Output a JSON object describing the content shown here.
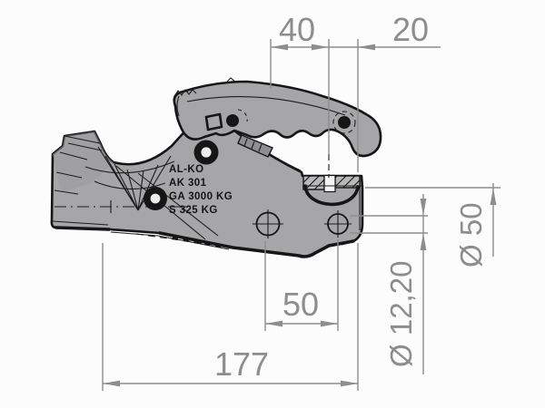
{
  "drawing": {
    "type": "technical-dimension-drawing",
    "dimensions": {
      "top_40": "40",
      "top_20": "20",
      "dia_50": "Ø 50",
      "dia_12_20": "Ø 12,20",
      "bottom_50": "50",
      "bottom_177": "177"
    },
    "part_markings": {
      "line1": "AL-KO",
      "line2": "AK 301",
      "line3": "GA 3000 KG",
      "line4": "S 325 KG"
    },
    "colors": {
      "background": "#fcfcfc",
      "body_fill": "#a6a6a8",
      "outline": "#161616",
      "dimension": "#8d8d8d"
    }
  }
}
